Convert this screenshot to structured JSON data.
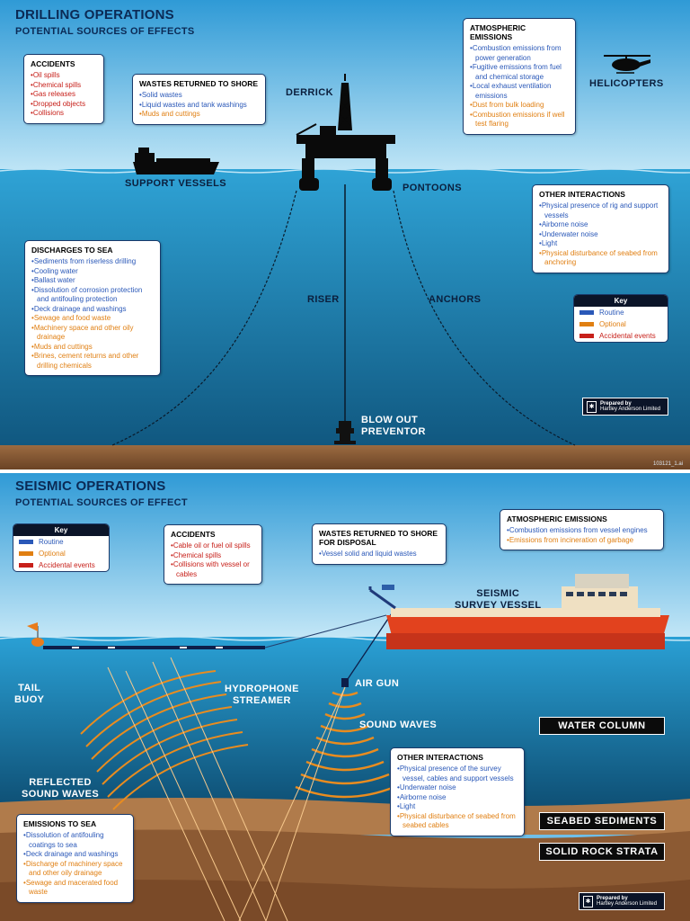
{
  "colors": {
    "routine": "#2a58b8",
    "optional": "#e07f12",
    "accident": "#c7201a",
    "sea": "#1f93c8",
    "seabed": "#8a5a34"
  },
  "drilling": {
    "title": "DRILLING OPERATIONS",
    "subtitle": "POTENTIAL SOURCES OF EFFECTS",
    "accidents": {
      "title": "ACCIDENTS",
      "items": [
        "Oil spills",
        "Chemical spills",
        "Gas releases",
        "Dropped objects",
        "Collisions"
      ]
    },
    "wastes": {
      "title": "WASTES RETURNED TO SHORE",
      "items": [
        "Solid wastes",
        "Liquid wastes and tank washings",
        "Muds and cuttings"
      ]
    },
    "atmospheric": {
      "title": "ATMOSPHERIC EMISSIONS",
      "items": [
        "Combustion emissions from power generation",
        "Fugitive emissions from fuel and chemical storage",
        "Local exhaust ventilation emissions",
        "Dust from bulk loading",
        "Combustion emissions if well test flaring"
      ]
    },
    "other": {
      "title": "OTHER INTERACTIONS",
      "items": [
        "Physical presence of rig and support vessels",
        "Airborne noise",
        "Underwater noise",
        "Light",
        "Physical disturbance of seabed from anchoring"
      ]
    },
    "discharges": {
      "title": "DISCHARGES TO SEA",
      "items": [
        "Sediments from riserless drilling",
        "Cooling water",
        "Ballast water",
        "Dissolution of corrosion protection and antifouling protection",
        "Deck drainage and washings",
        "Sewage and food waste",
        "Machinery space and other oily drainage",
        "Muds and cuttings",
        "Brines, cement returns and other drilling chemicals"
      ]
    },
    "labels": {
      "derrick": "DERRICK",
      "helicopters": "HELICOPTERS",
      "support_vessels": "SUPPORT VESSELS",
      "pontoons": "PONTOONS",
      "riser": "RISER",
      "anchors": "ANCHORS",
      "bop_1": "BLOW OUT",
      "bop_2": "PREVENTOR"
    },
    "key": {
      "title": "Key",
      "routine": "Routine",
      "optional": "Optional",
      "accident": "Accidental events"
    },
    "stamp": {
      "line1": "Prepared by",
      "line2": "Hartley Anderson Limited"
    },
    "code": "103121_1.ai"
  },
  "seismic": {
    "title": "SEISMIC OPERATIONS",
    "subtitle": "POTENTIAL SOURCES OF EFFECT",
    "key": {
      "title": "Key",
      "routine": "Routine",
      "optional": "Optional",
      "accident": "Accidental events"
    },
    "accidents": {
      "title": "ACCIDENTS",
      "items": [
        "Cable oil or fuel oil spills",
        "Chemical spills",
        "Collisions with vessel or cables"
      ]
    },
    "wastes": {
      "title": "WASTES RETURNED TO SHORE FOR DISPOSAL",
      "items": [
        "Vessel solid and liquid wastes"
      ]
    },
    "atmospheric": {
      "title": "ATMOSPHERIC EMISSIONS",
      "items": [
        "Combustion emissions from vessel engines",
        "Emissions from incineration of garbage"
      ]
    },
    "other": {
      "title": "OTHER INTERACTIONS",
      "items": [
        "Physical presence of the survey vessel, cables and support vessels",
        "Underwater noise",
        "Airborne noise",
        "Light",
        "Physical disturbance of seabed from seabed cables"
      ]
    },
    "emissions_sea": {
      "title": "EMISSIONS TO SEA",
      "items": [
        "Dissolution of antifouling coatings to sea",
        "Deck drainage and washings",
        "Discharge of machinery space and other oily drainage",
        "Sewage and macerated food waste"
      ]
    },
    "labels": {
      "seismic_1": "SEISMIC",
      "seismic_2": "SURVEY VESSEL",
      "tail_1": "TAIL",
      "tail_2": "BUOY",
      "hydro_1": "HYDROPHONE",
      "hydro_2": "STREAMER",
      "air_gun": "AIR GUN",
      "sound_waves": "SOUND WAVES",
      "reflected_1": "REFLECTED",
      "reflected_2": "SOUND WAVES"
    },
    "zones": {
      "water_column": "WATER COLUMN",
      "seabed_sediments": "SEABED SEDIMENTS",
      "solid_rock": "SOLID ROCK STRATA"
    },
    "stamp": {
      "line1": "Prepared by",
      "line2": "Hartley Anderson Limited"
    }
  }
}
